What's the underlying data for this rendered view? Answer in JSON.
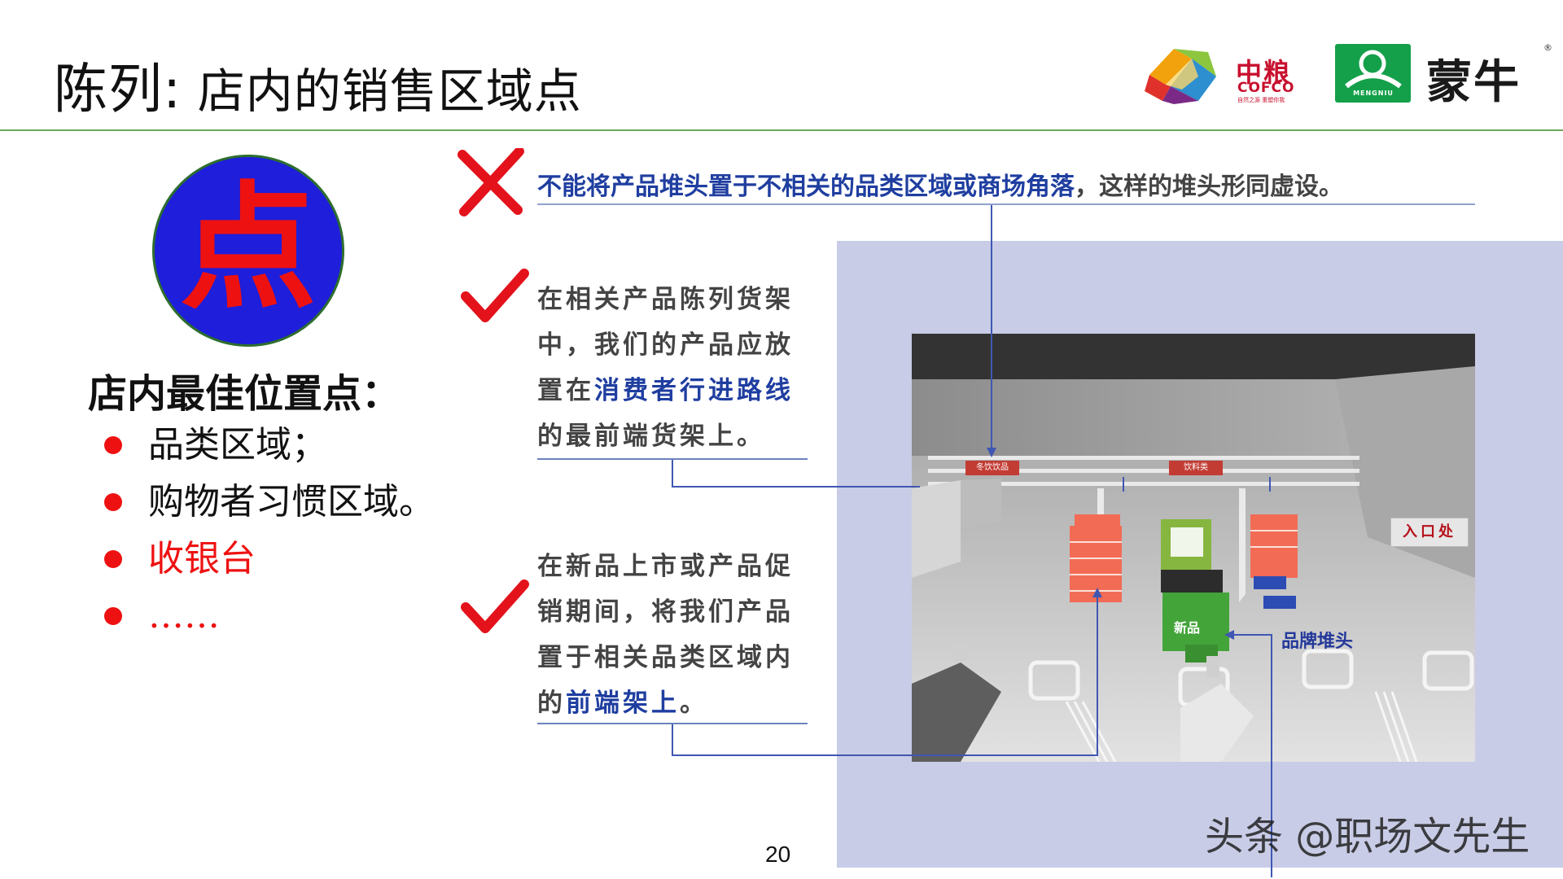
{
  "header": {
    "title_main": "陈列",
    "title_sep": ":",
    "title_sub": "店内的销售区域点",
    "logos": {
      "cofco_cn": "中粮",
      "cofco_en": "COFCO",
      "cofco_tagline": "自然之源 重塑你我",
      "mengniu_cn": "蒙牛",
      "mengniu_en": "MENGNIU",
      "registered": "®"
    }
  },
  "left": {
    "badge_char": "点",
    "heading": "店内最佳位置点：",
    "bullets": [
      {
        "text": "品类区域；"
      },
      {
        "text": "购物者习惯区域。"
      },
      {
        "text": "收银台"
      },
      {
        "text": "……"
      }
    ]
  },
  "diagram": {
    "wrong_caption": {
      "highlight": "不能将产品堆头置于不相关的品类区域或商场角落",
      "rest": "，这样的堆头形同虚设。"
    },
    "tip1": {
      "pre": "在相关产品陈列货架中，我们的产品应放置在",
      "highlight": "消费者行进路线",
      "post": "的最前端货架上。"
    },
    "tip2": {
      "pre": "在新品上市或产品促销期间，将我们产品置于相关品类区域内的",
      "highlight": "前端架上",
      "post": "。"
    },
    "store_labels": {
      "brand_pile": "品牌堆头",
      "entrance": "入口处",
      "sign_left": "冬饮饮品",
      "sign_right": "饮料类",
      "product_pack": "新品"
    }
  },
  "page_number": "20",
  "watermark": "头条 @职场文先生",
  "colors": {
    "rule_green": "#6fa85a",
    "bullet_red": "#ee1111",
    "badge_blue": "#1e1edb",
    "highlight_blue": "#1f3ea0",
    "panel_lavender": "#c9cce6"
  }
}
